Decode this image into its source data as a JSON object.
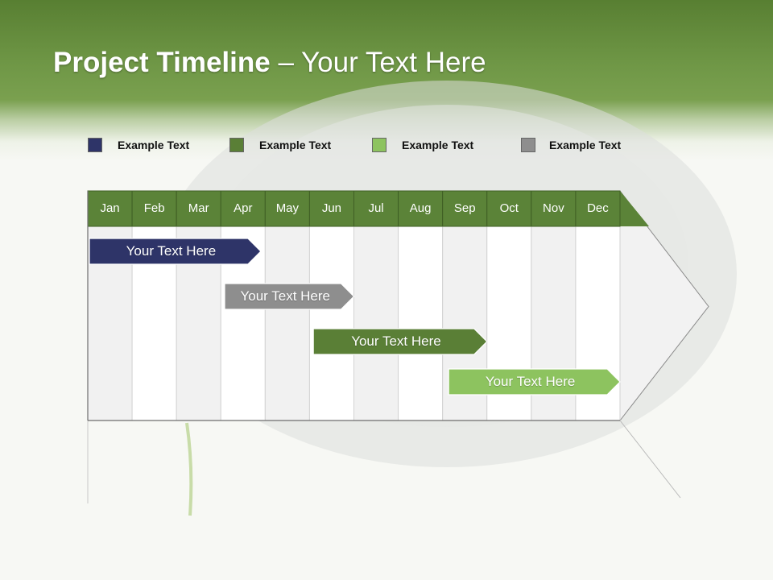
{
  "title": {
    "bold": "Project Timeline",
    "rest": " – Your Text Here"
  },
  "legend": [
    {
      "label": "Example Text",
      "color": "#2e3468"
    },
    {
      "label": "Example Text",
      "color": "#5a7f36"
    },
    {
      "label": "Example Text",
      "color": "#8dc35f"
    },
    {
      "label": "Example Text",
      "color": "#8e8e8e"
    }
  ],
  "months": [
    "Jan",
    "Feb",
    "Mar",
    "Apr",
    "May",
    "Jun",
    "Jul",
    "Aug",
    "Sep",
    "Oct",
    "Nov",
    "Dec"
  ],
  "colors": {
    "header_green": "#6f9746",
    "month_header": "#5b8338",
    "bar_navy": "#2e3468",
    "bar_gray": "#8e8e8e",
    "bar_green": "#5a7f36",
    "bar_light_green": "#8dc35f"
  },
  "bars": [
    {
      "label": "Your  Text Here",
      "color": "#2e3468",
      "start_month": 1.0,
      "end_month": 4.9
    },
    {
      "label": "Your  Text Here",
      "color": "#8e8e8e",
      "start_month": 4.05,
      "end_month": 7.0
    },
    {
      "label": "Your  Text Here",
      "color": "#5a7f36",
      "start_month": 6.05,
      "end_month": 10.0
    },
    {
      "label": "Your  Text Here",
      "color": "#8dc35f",
      "start_month": 9.1,
      "end_month": 13.0
    }
  ]
}
